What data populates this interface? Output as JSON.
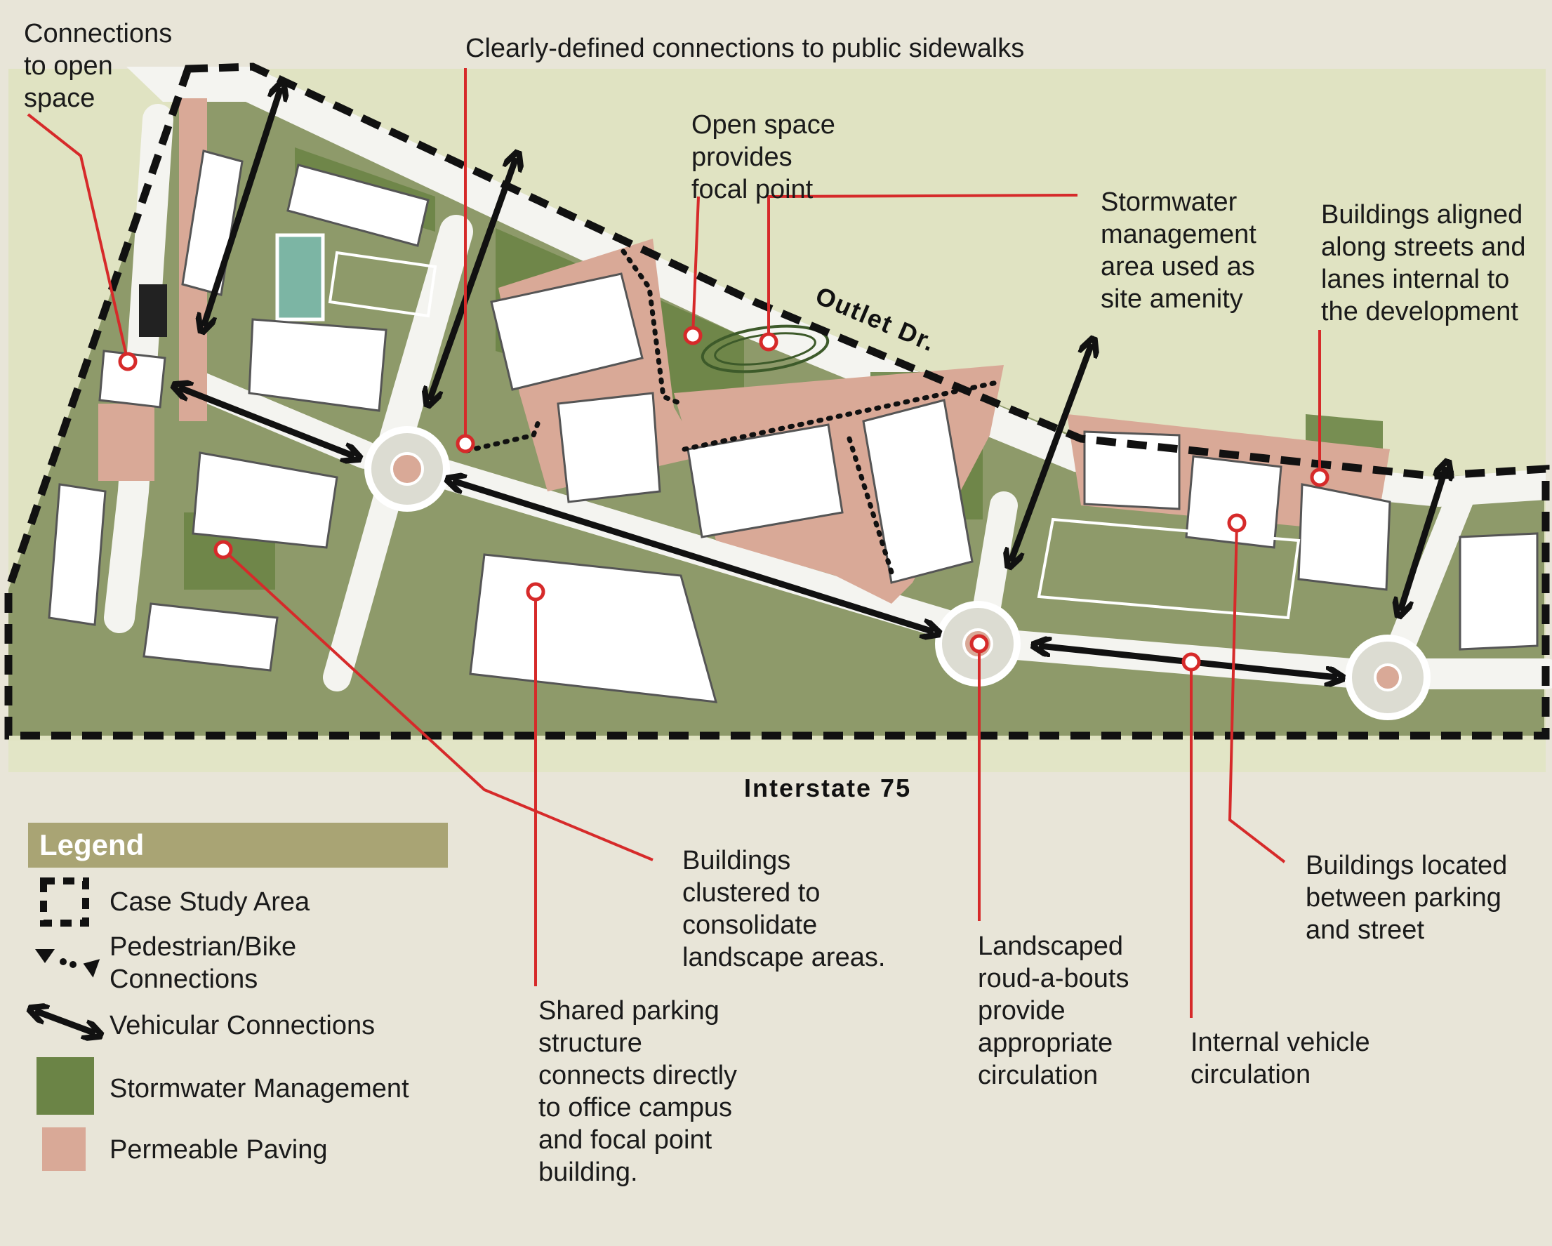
{
  "map": {
    "road_labels": {
      "outlet_dr": "Outlet Dr.",
      "interstate": "Interstate 75"
    },
    "annotations": [
      {
        "id": "connections-open-space",
        "text": "Connections\nto open\nspace"
      },
      {
        "id": "public-sidewalks",
        "text": "Clearly-defined connections to public sidewalks"
      },
      {
        "id": "open-space-focal",
        "text": "Open space\nprovides\nfocal point"
      },
      {
        "id": "stormwater-amenity",
        "text": "Stormwater\nmanagement\narea used as\nsite amenity"
      },
      {
        "id": "buildings-aligned",
        "text": "Buildings aligned\nalong streets and\nlanes internal to\nthe development"
      },
      {
        "id": "buildings-clustered",
        "text": "Buildings\nclustered to\nconsolidate\nlandscape areas."
      },
      {
        "id": "shared-parking",
        "text": "Shared parking\nstructure\nconnects directly\nto office campus\nand focal point\nbuilding."
      },
      {
        "id": "landscaped-roundabouts",
        "text": "Landscaped\nroud-a-bouts\nprovide\nappropriate\ncirculation"
      },
      {
        "id": "internal-vehicle",
        "text": "Internal vehicle\ncirculation"
      },
      {
        "id": "buildings-between",
        "text": "Buildings located\nbetween parking\nand street"
      }
    ],
    "colors": {
      "background": "#e8e5d8",
      "open_space": "#e0e3c2",
      "site_green": "#8e9a6a",
      "stormwater": "#6b8446",
      "permeable_paving": "#d9a997",
      "street": "#f4f4f0",
      "building": "#ffffff",
      "callout": "#d62a2a",
      "arrow": "#111111"
    }
  },
  "legend": {
    "title": "Legend",
    "items": [
      {
        "label": "Case Study Area",
        "icon": "dashed-boundary-icon"
      },
      {
        "label": "Pedestrian/Bike\nConnections",
        "icon": "dotted-arrow-icon"
      },
      {
        "label": "Vehicular Connections",
        "icon": "double-arrow-icon"
      },
      {
        "label": "Stormwater Management",
        "icon": "stormwater-swatch",
        "color": "#6b8446"
      },
      {
        "label": "Permeable Paving",
        "icon": "paving-swatch",
        "color": "#d9a997"
      }
    ]
  }
}
